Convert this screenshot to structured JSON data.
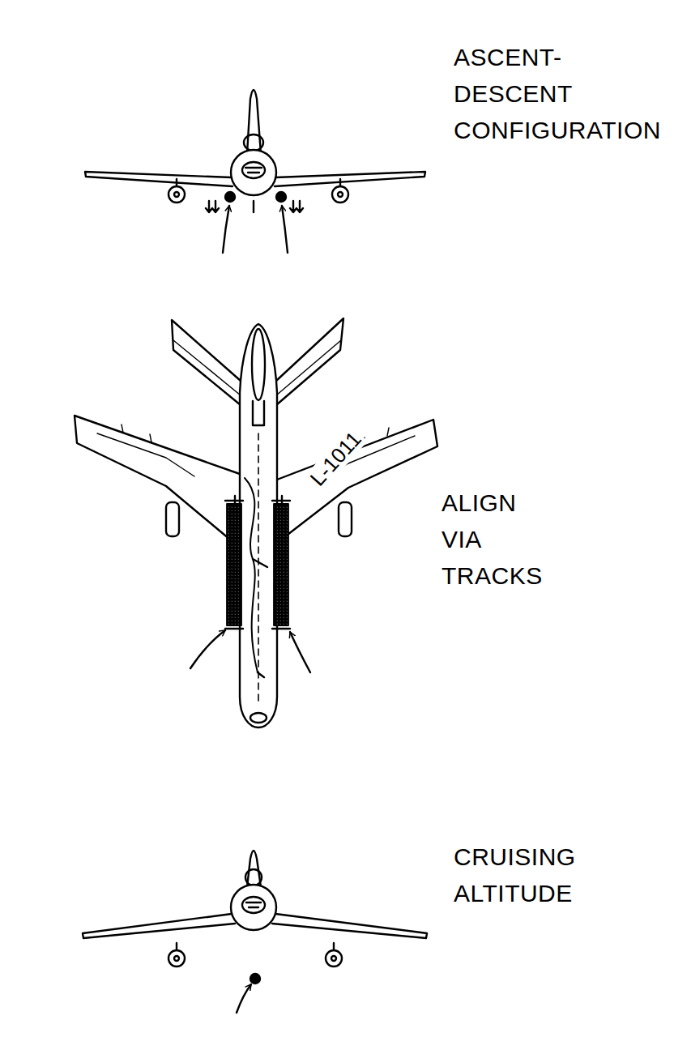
{
  "diagram": {
    "labels": [
      "ASCENT- DESCENT CONFIGURATION",
      "L-1011",
      "ALIGN VIA TRACKS",
      "CRUISING ALTITUDE"
    ]
  }
}
